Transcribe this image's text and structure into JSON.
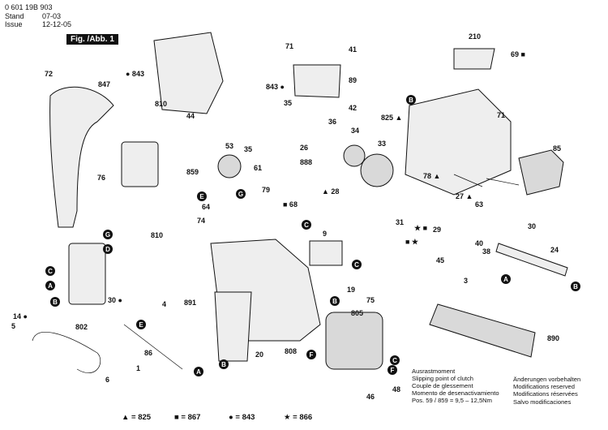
{
  "header": {
    "part_number": "0 601 19B 903",
    "stand_label": "Stand",
    "stand_value": "07-03",
    "issue_label": "Issue",
    "issue_value": "12-12-05",
    "figure_tag": "Fig. /Abb. 1"
  },
  "legend": {
    "lines": [
      "Ausrastmoment",
      "Slipping point of clutch",
      "Couple de glessement",
      "Momento de desenactivamiento",
      "Pos.  59 / 859  =  9,5 – 12,5Nm"
    ]
  },
  "notes": {
    "lines": [
      "Änderungen vorbehalten",
      "Modifications reserved",
      "Modifications réservées",
      "Salvo modificaciones"
    ]
  },
  "footer": [
    {
      "symbol": "▲",
      "value": "= 825"
    },
    {
      "symbol": "■",
      "value": "= 867"
    },
    {
      "symbol": "●",
      "value": "= 843"
    },
    {
      "symbol": "★",
      "value": "= 866"
    }
  ],
  "callouts": [
    "210",
    "41",
    "69 ■",
    "71",
    "● 843",
    "89",
    "72",
    "847",
    "810",
    "843 ●",
    "35",
    "42",
    "B",
    "825 ▲",
    "71",
    "44",
    "36",
    "34",
    "53",
    "35",
    "26",
    "33",
    "85",
    "859",
    "61",
    "888",
    "78 ▲",
    "76",
    "E",
    "G",
    "79",
    "▲ 28",
    "27 ▲",
    "■ 68",
    "63",
    "64",
    "C",
    "★ ■",
    "31",
    "74",
    "9",
    "29",
    "810",
    "40",
    "38",
    "30",
    "G",
    "D",
    "■ ★",
    "C",
    "45",
    "24",
    "C",
    "3",
    "A",
    "A",
    "B",
    "30 ●",
    "B",
    "19",
    "B",
    "75",
    "802",
    "4",
    "891",
    "890",
    "14 ●",
    "5",
    "805",
    "E",
    "86",
    "B",
    "20",
    "808",
    "1",
    "A",
    "F",
    "C",
    "6",
    "F",
    "46",
    "48"
  ],
  "badge_letters": [
    "A",
    "B",
    "C",
    "D",
    "E",
    "F",
    "G"
  ]
}
